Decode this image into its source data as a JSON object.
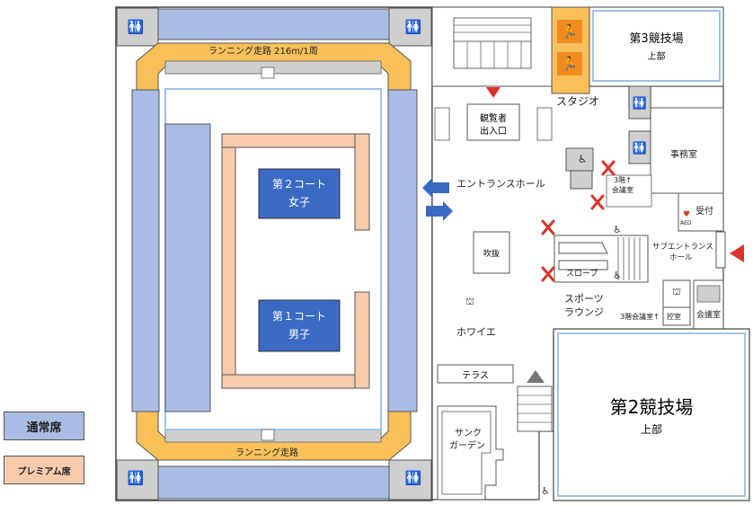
{
  "arena": {
    "running_track_top": "ランニング走路 216m/1周",
    "running_track_bottom": "ランニング走路",
    "court2_line1": "第２コート",
    "court2_line2": "女子",
    "court1_line1": "第１コート",
    "court1_line2": "男子"
  },
  "rooms": {
    "arena3_line1": "第3競技場",
    "arena3_line2": "上部",
    "studio": "スタジオ",
    "spectator_line1": "観覧者",
    "spectator_line2": "出入口",
    "entrance_hall": "エントランスホール",
    "office": "事務室",
    "meeting_room_line1": "3階↑",
    "meeting_room_line2": "会議室",
    "reception": "受付",
    "sub_entrance_line1": "サブエントランス",
    "sub_entrance_line2": "ホール",
    "atrium": "吹抜",
    "slope": "スロープ",
    "sports_lounge_line1": "スポーツ",
    "sports_lounge_line2": "ラウンジ",
    "foyer": "ホワイエ",
    "meeting_room_3f": "3階会議室↑",
    "waiting_room": "控室",
    "conference_room": "会議室",
    "terrace": "テラス",
    "sunken_line1": "サンク",
    "sunken_line2": "ガーデン",
    "arena2_line1": "第2競技場",
    "arena2_line2": "上部",
    "aed": "AED"
  },
  "legend": {
    "normal_seat": "通常席",
    "premium_seat": "プレミアム席"
  },
  "colors": {
    "track": "#f9c05a",
    "seat_blue": "#a9bde4",
    "court_blue": "#3a6ac4",
    "premium": "#f8cbad",
    "orange_icon": "#f08c1e",
    "gray": "#cfcfcf",
    "red": "#d9342b"
  },
  "icons": [
    "toilet-icon",
    "stairs-icon",
    "arrow-icon",
    "wheelchair-icon",
    "run-icon",
    "elevator-icon",
    "aed-icon",
    "closed-x-icon"
  ]
}
